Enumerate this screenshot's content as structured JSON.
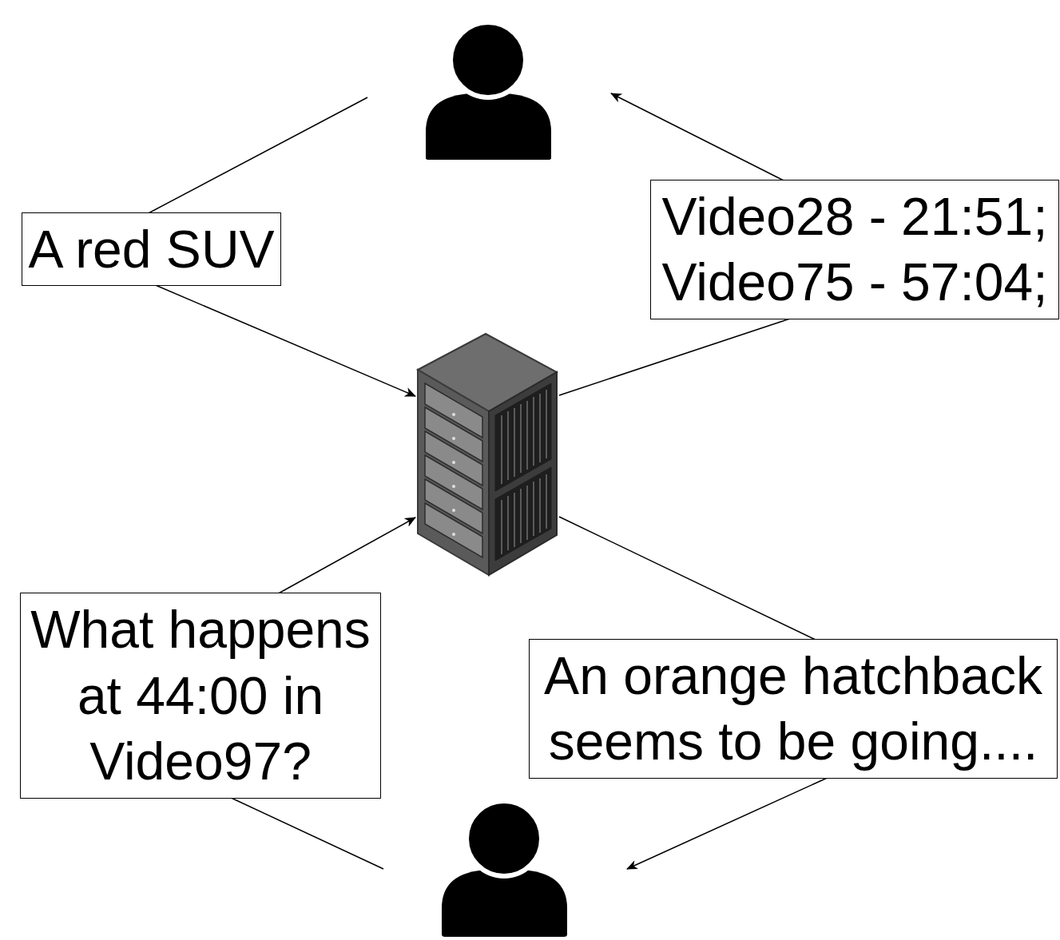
{
  "diagram": {
    "nodes": [
      {
        "text": [
          "A red SUV"
        ]
      },
      {
        "text": [
          "Video28 - 21:51; Video75 - 57:04;"
        ]
      },
      {
        "text": [
          "What happens at 44:00 in Video97?"
        ]
      },
      {
        "text": [
          "An orange hatchback seems to be going...."
        ]
      }
    ]
  }
}
